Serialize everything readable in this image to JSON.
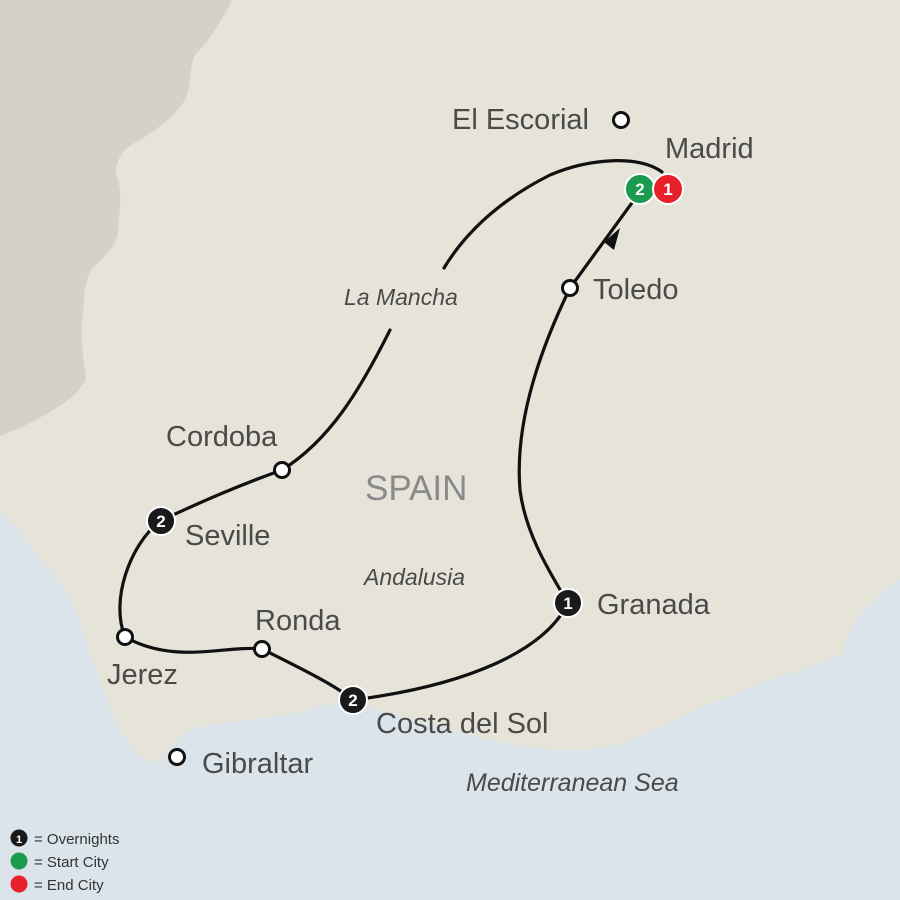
{
  "map": {
    "country": "SPAIN",
    "regions": {
      "la_mancha": "La Mancha",
      "andalusia": "Andalusia"
    },
    "sea": "Mediterranean Sea",
    "cities": {
      "el_escorial": "El Escorial",
      "madrid": "Madrid",
      "toledo": "Toledo",
      "cordoba": "Cordoba",
      "seville": "Seville",
      "jerez": "Jerez",
      "ronda": "Ronda",
      "costa_del_sol": "Costa del Sol",
      "granada": "Granada",
      "gibraltar": "Gibraltar"
    },
    "overnights": {
      "madrid_start": "2",
      "madrid_end": "1",
      "granada": "1",
      "costa_del_sol": "2",
      "seville": "2"
    },
    "legend": {
      "overnights": {
        "badge": "1",
        "text": "= Overnights"
      },
      "start": {
        "text": "= Start City"
      },
      "end": {
        "text": "= End City"
      }
    },
    "colors": {
      "land": "#e6e3d9",
      "neighbor_land": "#d6d1c6",
      "sea": "#dbe4ea",
      "route": "#111111",
      "overnight_badge": "#1a1a1a",
      "start_city": "#1a9b50",
      "end_city": "#e8202a"
    }
  }
}
